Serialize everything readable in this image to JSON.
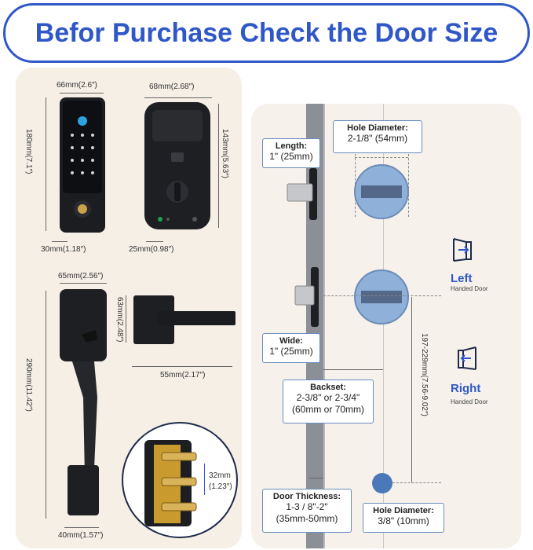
{
  "title": "Befor Purchase Check the Door Size",
  "left_panel": {
    "keypad_width": "66mm(2.6″)",
    "keypad_height": "180mm(7.1″)",
    "keypad_depth": "30mm(1.18″)",
    "back_width": "68mm(2.68″)",
    "back_height": "143mm(5.63″)",
    "back_depth": "25mm(0.98″)",
    "handle_width": "65mm(2.56″)",
    "handle_height": "290mm(11.42″)",
    "handle_base": "40mm(1.57″)",
    "lever_height": "63mm(2.48″)",
    "lever_length": "55mm(2.17″)",
    "screw_length_1": "32mm",
    "screw_length_2": "(1.23″)"
  },
  "right_panel": {
    "hole_diameter_top": {
      "label": "Hole Diameter:",
      "value": "2-1/8\" (54mm)"
    },
    "length": {
      "label": "Length:",
      "value": "1\" (25mm)"
    },
    "wide": {
      "label": "Wide:",
      "value": "1\" (25mm)"
    },
    "backset": {
      "label": "Backset:",
      "value_1": "2-3/8\" or 2-3/4\"",
      "value_2": "(60mm or 70mm)"
    },
    "door_thickness": {
      "label": "Door Thickness:",
      "value_1": "1-3 / 8\"-2\"",
      "value_2": "(35mm-50mm)"
    },
    "hole_diameter_bottom": {
      "label": "Hole Diameter:",
      "value": "3/8\" (10mm)"
    },
    "spacing": "197-229mm(7.56-9.02″)",
    "left_handed": {
      "title": "Left",
      "sub": "Handed Door"
    },
    "right_handed": {
      "title": "Right",
      "sub": "Handed Door"
    }
  }
}
